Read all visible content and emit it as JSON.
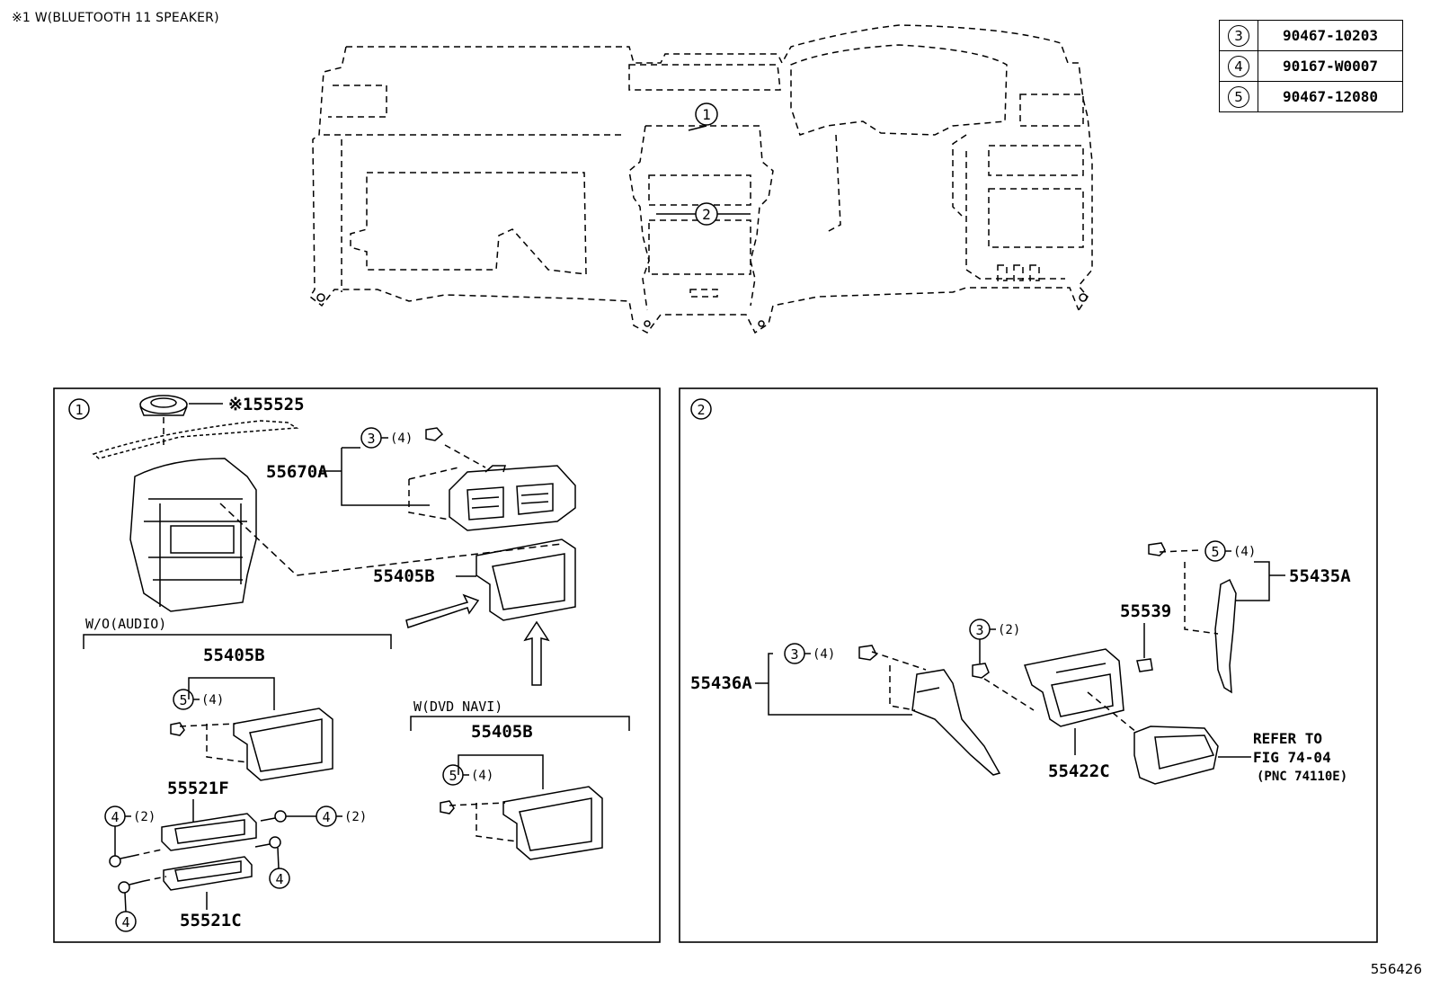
{
  "note": "※1 W(BLUETOOTH 11 SPEAKER)",
  "figure_id": "556426",
  "part_table": [
    {
      "callout": "3",
      "part_number": "90467-10203"
    },
    {
      "callout": "4",
      "part_number": "90167-W0007"
    },
    {
      "callout": "5",
      "part_number": "90467-12080"
    }
  ],
  "overview": {
    "callout_1": "1",
    "callout_2": "2"
  },
  "panel1": {
    "callout": "1",
    "p55525": "※155525",
    "p55670A": "55670A",
    "c3": "3",
    "q3": "(4)",
    "p55405B_main": "55405B",
    "wo_audio": "W/O(AUDIO)",
    "wo_audio_part": "55405B",
    "wo_c5": "5",
    "wo_q5": "(4)",
    "p55521F": "55521F",
    "c4a": "4",
    "q4a": "(2)",
    "c4b": "4",
    "q4b": "(2)",
    "c4c": "4",
    "c4d": "4",
    "p55521C": "55521C",
    "w_dvd": "W(DVD NAVI)",
    "w_dvd_part": "55405B",
    "dvd_c5": "5",
    "dvd_q5": "(4)"
  },
  "panel2": {
    "callout": "2",
    "c5": "5",
    "q5": "(4)",
    "p55435A": "55435A",
    "p55539": "55539",
    "c3a": "3",
    "q3a": "(2)",
    "c3b": "3",
    "q3b": "(4)",
    "p55436A": "55436A",
    "p55422C": "55422C",
    "refer1": "REFER TO",
    "refer2": "FIG 74-04",
    "refer3": "(PNC 74110E)"
  }
}
